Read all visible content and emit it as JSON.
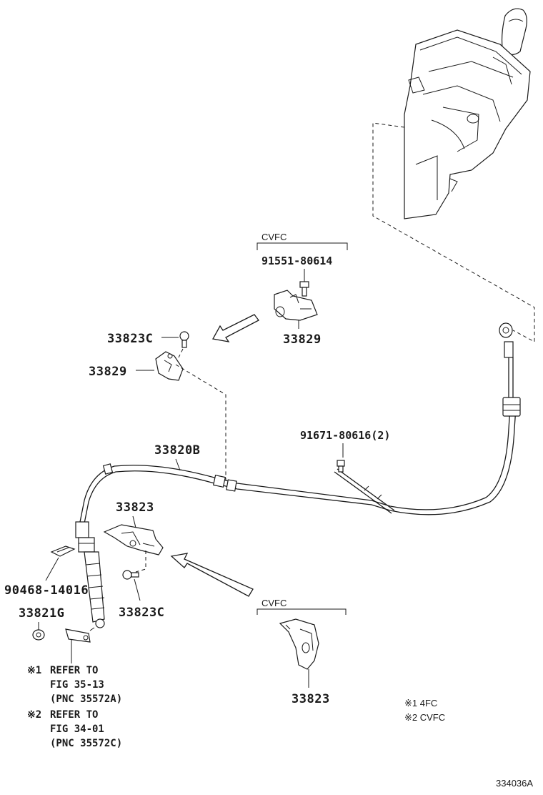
{
  "labels": {
    "cvfc_top": "CVFC",
    "bolt_top": "91551-80614",
    "bracket_top": "33829",
    "bolt_left": "33823C",
    "bracket_left": "33829",
    "cable": "33820B",
    "clip_bolts": "91671-80616(2)",
    "bracket_mid": "33823",
    "clip_left": "90468-14016",
    "nut_left": "33821G",
    "bolt_mid": "33823C",
    "cvfc_bottom": "CVFC",
    "bracket_bottom": "33823"
  },
  "notes": {
    "n1_mark": "※1",
    "n1_line1": "REFER TO",
    "n1_line2": "FIG 35-13",
    "n1_line3": "(PNC 35572A)",
    "n2_mark": "※2",
    "n2_line1": "REFER TO",
    "n2_line2": "FIG 34-01",
    "n2_line3": "(PNC 35572C)"
  },
  "legend": {
    "l1": "※1 4FC",
    "l2": "※2 CVFC"
  },
  "figure_code": "334036A"
}
